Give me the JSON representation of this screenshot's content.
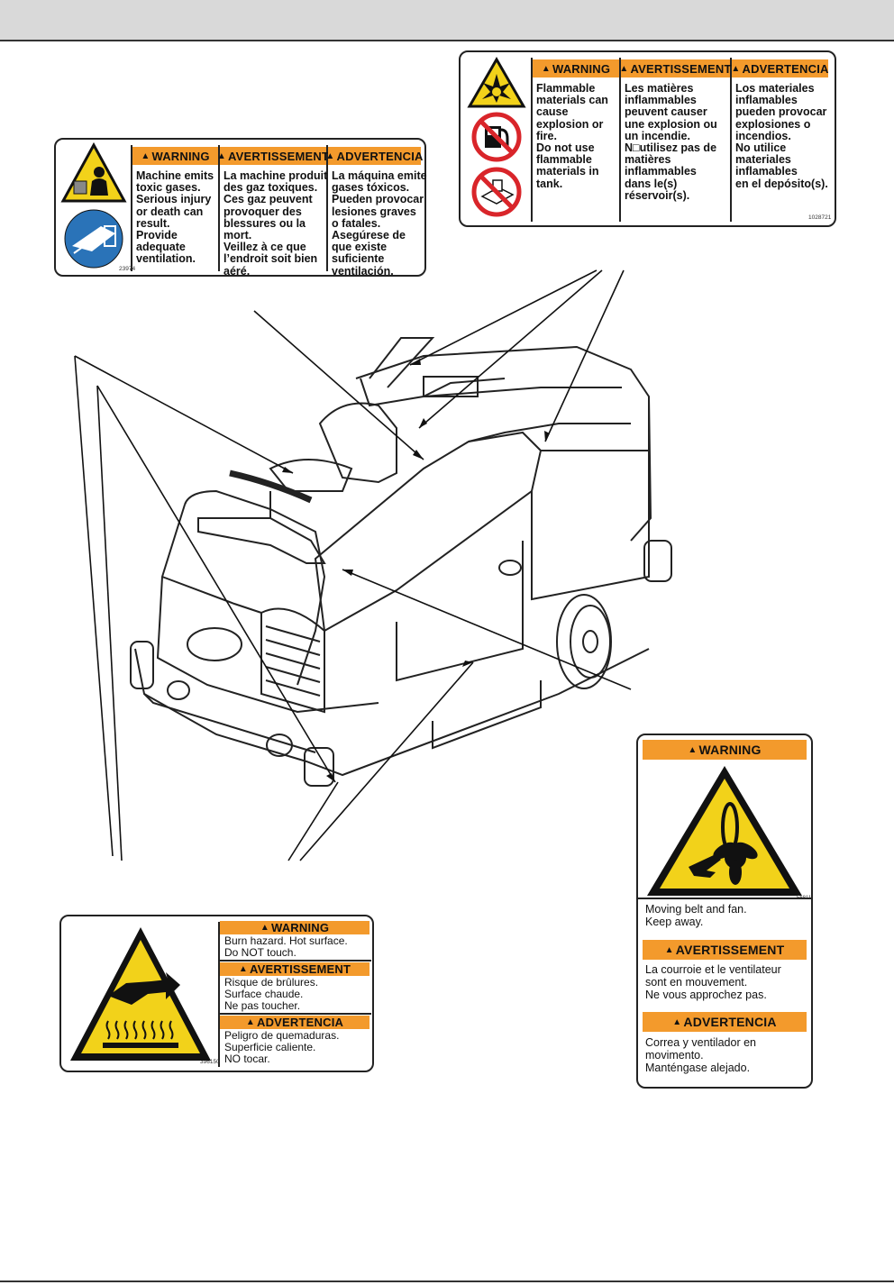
{
  "decal_fire": {
    "warning_en": "WARNING",
    "warning_fr": "AVERTISSEMENT",
    "warning_es": "ADVERTENCIA",
    "text_en": "Flammable\nmaterials can\ncause\nexplosion or\nfire.\nDo not use\nflammable\nmaterials in\ntank.",
    "text_fr": "Les matières\ninflammables\npeuvent causer\nune explosion ou\nun incendie.\nN□utilisez pas de\nmatières\ninflammables\ndans le(s)\nréservoir(s).",
    "text_es": "Los materiales\ninflamables\npueden provocar\nexplosiones o\nincendios.\nNo utilice\nmateriales\ninflamables\nen el depósito(s).",
    "code": "1028721"
  },
  "decal_gas": {
    "warning_en": "WARNING",
    "warning_fr": "AVERTISSEMENT",
    "warning_es": "ADVERTENCIA",
    "text_en": "Machine emits\ntoxic gases.\nSerious injury\nor death can\nresult.\nProvide\nadequate\nventilation.",
    "text_fr": "La machine produit\ndes gaz toxiques.\nCes gaz peuvent\nprovoquer des\nblessures ou la\nmort.\nVeillez à ce que\nl’endroit soit bien\naéré.",
    "text_es": "La máquina emite\ngases tóxicos.\nPueden provocar\nlesiones graves\no fatales.\nAsegúrese de\nque existe\nsuficiente\nventilación.",
    "code": "23974"
  },
  "decal_burn": {
    "warning_en": "WARNING",
    "warning_fr": "AVERTISSEMENT",
    "warning_es": "ADVERTENCIA",
    "text_en": "Burn hazard. Hot surface.\nDo NOT touch.",
    "text_fr": "Risque de brûlures.\nSurface chaude.\nNe pas toucher.",
    "text_es": "Peligro de quemaduras.\nSuperficie caliente.\nNO tocar.",
    "code": "396150"
  },
  "decal_belt": {
    "warning_en": "WARNING",
    "warning_fr": "AVERTISSEMENT",
    "warning_es": "ADVERTENCIA",
    "text_en": "Moving belt and fan.\nKeep away.",
    "text_fr": "La courroie et le ventilateur\nsont en mouvement.\nNe vous approchez pas.",
    "text_es": "Correa y ventilador en\nmovimento.\nManténgase alejado.",
    "code": "56811"
  },
  "colors": {
    "header_orange": "#f39a2c",
    "hazard_yellow": "#f2d21a",
    "mandatory_blue": "#2a73b8",
    "prohibition_red": "#d9252a",
    "top_bar_gray": "#d9d9d9"
  },
  "icons": [
    "explosion-hazard-icon",
    "no-fuel-icon",
    "no-flammable-tank-icon",
    "toxic-gas-icon",
    "ventilation-icon",
    "hot-surface-icon",
    "belt-fan-entanglement-icon",
    "machine-illustration"
  ]
}
